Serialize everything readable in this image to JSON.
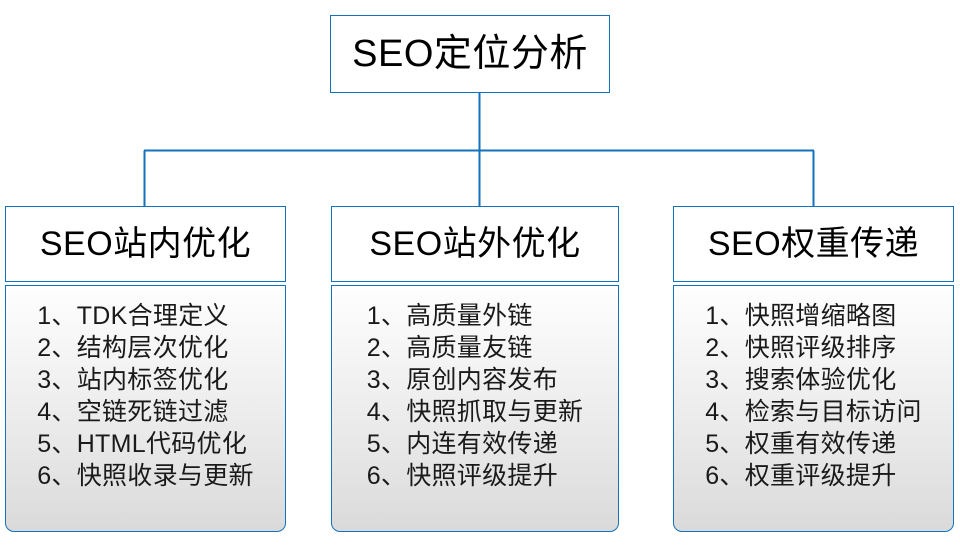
{
  "diagram": {
    "type": "org-tree",
    "root": {
      "label": "SEO定位分析"
    },
    "colors": {
      "border_blue": "#1272BD",
      "connector_blue": "#1272BD",
      "header_background": "#FFFFFF",
      "body_gradient_top": "#FEFEFE",
      "body_gradient_bottom": "#DADADA",
      "text": "#000000"
    },
    "branches": [
      {
        "header": "SEO站内优化",
        "items": [
          "1、TDK合理定义",
          "2、结构层次优化",
          "3、站内标签优化",
          "4、空链死链过滤",
          "5、HTML代码优化",
          "6、快照收录与更新"
        ]
      },
      {
        "header": "SEO站外优化",
        "items": [
          "1、高质量外链",
          "2、高质量友链",
          "3、原创内容发布",
          "4、快照抓取与更新",
          "5、内连有效传递",
          "6、快照评级提升"
        ]
      },
      {
        "header": "SEO权重传递",
        "items": [
          "1、快照增缩略图",
          "2、快照评级排序",
          "3、搜索体验优化",
          "4、检索与目标访问",
          "5、权重有效传递",
          "6、权重评级提升"
        ]
      }
    ]
  }
}
